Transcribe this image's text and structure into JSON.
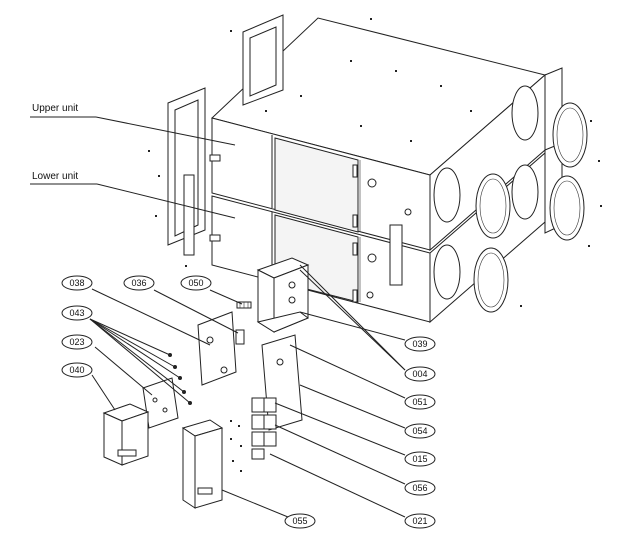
{
  "labels": {
    "upper_unit": "Upper unit",
    "lower_unit": "Lower unit"
  },
  "parts": {
    "p038": "038",
    "p036": "036",
    "p050": "050",
    "p043": "043",
    "p023": "023",
    "p040": "040",
    "p039": "039",
    "p004": "004",
    "p051": "051",
    "p054": "054",
    "p015": "015",
    "p056": "056",
    "p021": "021",
    "p055": "055"
  }
}
